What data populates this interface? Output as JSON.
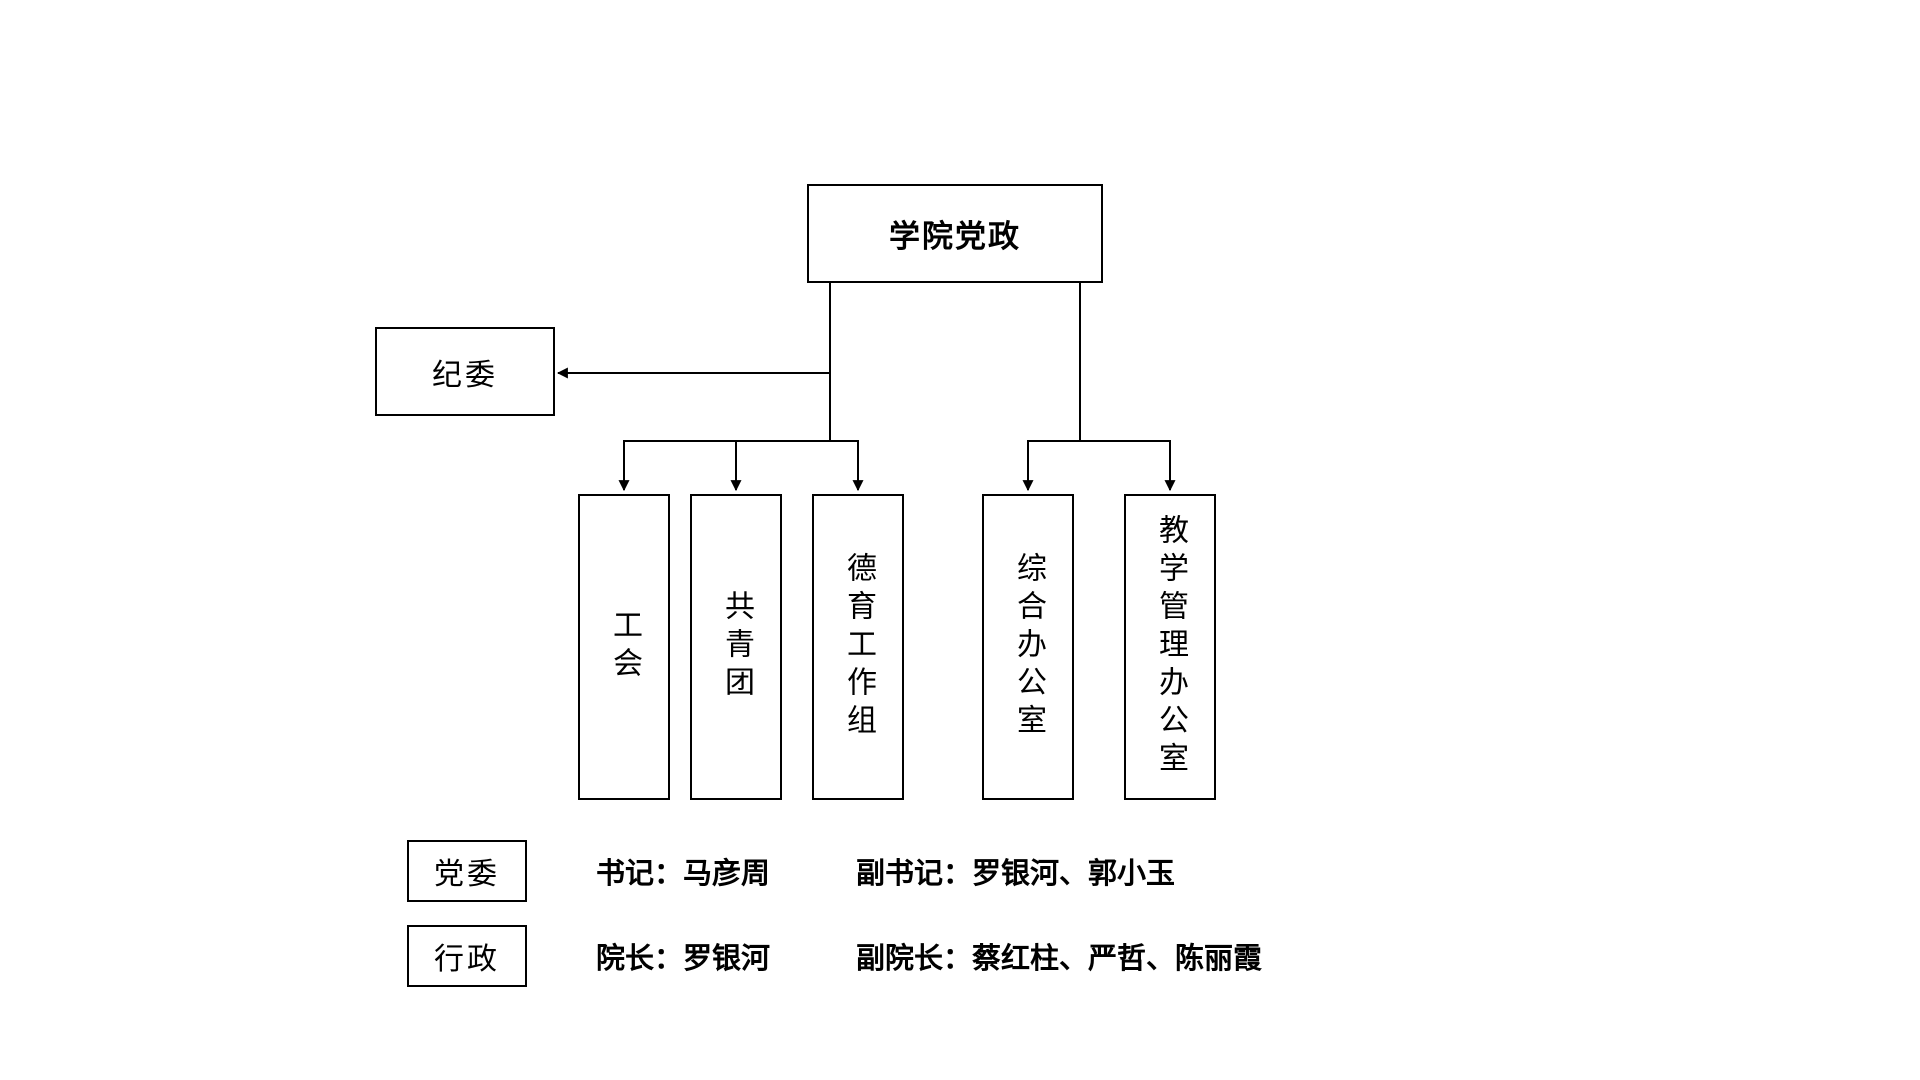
{
  "colors": {
    "background": "#ffffff",
    "line": "#000000",
    "text": "#000000"
  },
  "diagram": {
    "root": {
      "label": "学院党政"
    },
    "discipline": {
      "label": "纪委"
    },
    "left_children": [
      {
        "label": "工会"
      },
      {
        "label": "共青团"
      },
      {
        "label": "德育工作组"
      }
    ],
    "right_children": [
      {
        "label": "综合办公室"
      },
      {
        "label": "教学管理办公室"
      }
    ]
  },
  "legend": {
    "rows": [
      {
        "box_label": "党委",
        "primary": "书记：马彦周",
        "secondary": "副书记：罗银河、郭小玉"
      },
      {
        "box_label": "行政",
        "primary": "院长：罗银河",
        "secondary": "副院长：蔡红柱、严哲、陈丽霞"
      }
    ]
  }
}
